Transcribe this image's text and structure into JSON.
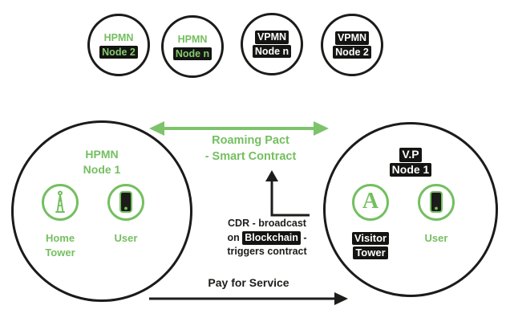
{
  "colors": {
    "green": "#74bf60",
    "dark": "#1d1d1b",
    "chip_bg": "#141412",
    "chip_text": "#ffffff"
  },
  "icons": {
    "home_tower": "transmission-tower",
    "visitor_tower": "antenna-letter-A",
    "user": "smartphone"
  },
  "top_nodes": [
    {
      "line1": "HPMN",
      "line2": "Node 2"
    },
    {
      "line1": "HPMN",
      "line2": "Node n"
    },
    {
      "line1": "VPMN",
      "line2": "Node n"
    },
    {
      "line1": "VPMN",
      "line2": "Node 2"
    }
  ],
  "left_network": {
    "title_line1": "HPMN",
    "title_line2": "Node 1",
    "tower_label_line1": "Home",
    "tower_label_line2": "Tower",
    "user_label": "User"
  },
  "right_network": {
    "title_line1": "V.P",
    "title_line2": "Node 1",
    "tower_letter": "A",
    "tower_label_line1": "Visitor",
    "tower_label_line2": "Tower",
    "user_label": "User"
  },
  "roaming_pact": {
    "line1": "Roaming Pact",
    "line2": "- Smart Contract"
  },
  "cdr_note": {
    "line1": "CDR - broadcast",
    "line2_prefix": "on ",
    "line2_highlight": "Blockchain",
    "line2_suffix": " -",
    "line3": "triggers contract"
  },
  "pay_label": "Pay for Service"
}
